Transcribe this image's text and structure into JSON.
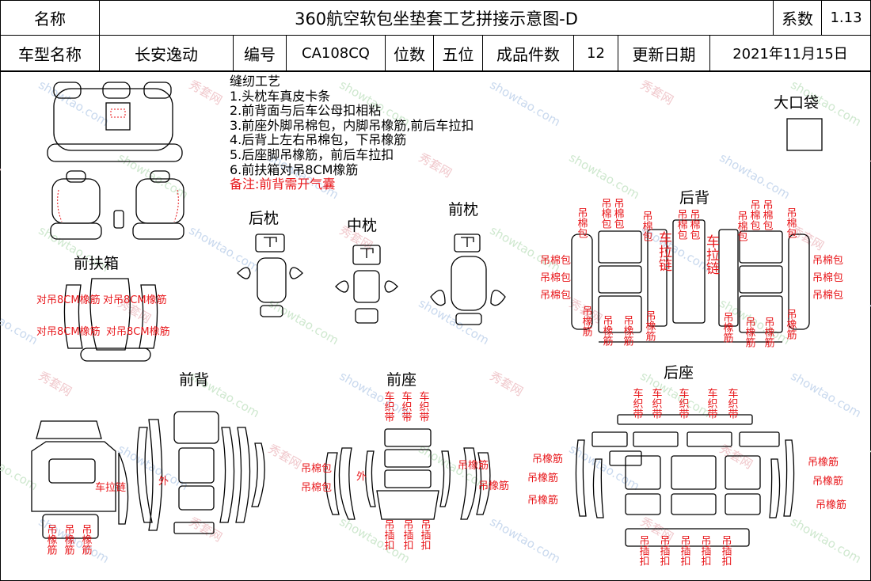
{
  "header": {
    "name_label": "名称",
    "title": "360航空软包坐垫套工艺拼接示意图-D",
    "coef_label": "系数",
    "coef_value": "1.13",
    "model_label": "车型名称",
    "model_value": "长安逸动",
    "code_label": "编号",
    "code_value": "CA108CQ",
    "seats_label": "位数",
    "seats_value": "五位",
    "pieces_label": "成品件数",
    "pieces_value": "12",
    "date_label": "更新日期",
    "date_value": "2021年11月15日"
  },
  "notes": {
    "title": "缝纫工艺",
    "items": [
      "1.头枕车真皮卡条",
      "2.前背面与后车公母扣相粘",
      "3.前座外脚吊棉包，内脚吊橡筋,前后车拉扣",
      "4.后背上左右吊棉包，下吊橡筋",
      "5.后座脚吊橡筋，前后车拉扣",
      "6.前扶箱对吊8CM橡筋"
    ],
    "remark": "备注:前背需开气囊"
  },
  "sections": {
    "big_bag": "大口袋",
    "rear_headrest": "后枕",
    "middle_headrest": "中枕",
    "front_headrest": "前枕",
    "rear_back": "后背",
    "front_armrest": "前扶箱",
    "front_back": "前背",
    "front_seat": "前座",
    "rear_seat": "后座"
  },
  "annotations": {
    "armrest_elastic": "对吊8CM橡筋",
    "hang_cotton_pack": "吊棉包",
    "hang_elastic": "吊橡筋",
    "car_zipper": "车拉链",
    "car_weave_strap": "车织带",
    "hang_insert_buckle": "吊插扣",
    "outer": "外",
    "car_zipper_v": "车拉链"
  },
  "watermark": "showtao.com",
  "watermark_cn": "秀套网",
  "colors": {
    "annotation_red": "#e8161a",
    "watermark_blue": "#c9d9ee",
    "watermark_pink": "#f0c8cc",
    "watermark_green": "#cfe8cf"
  }
}
